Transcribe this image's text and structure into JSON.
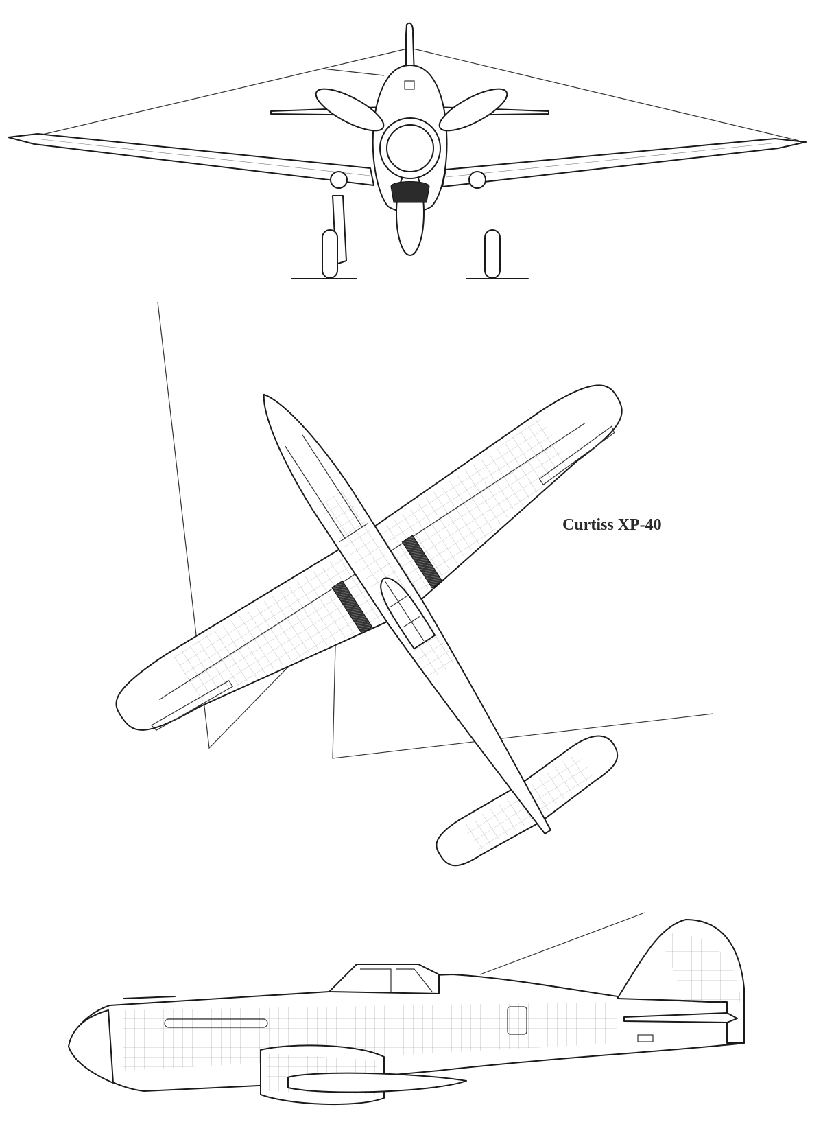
{
  "drawing": {
    "title": "Curtiss XP-40",
    "views": [
      "front-view",
      "plan-view",
      "side-view"
    ],
    "ink_color": "#1a1a1a",
    "background_color": "#ffffff"
  }
}
